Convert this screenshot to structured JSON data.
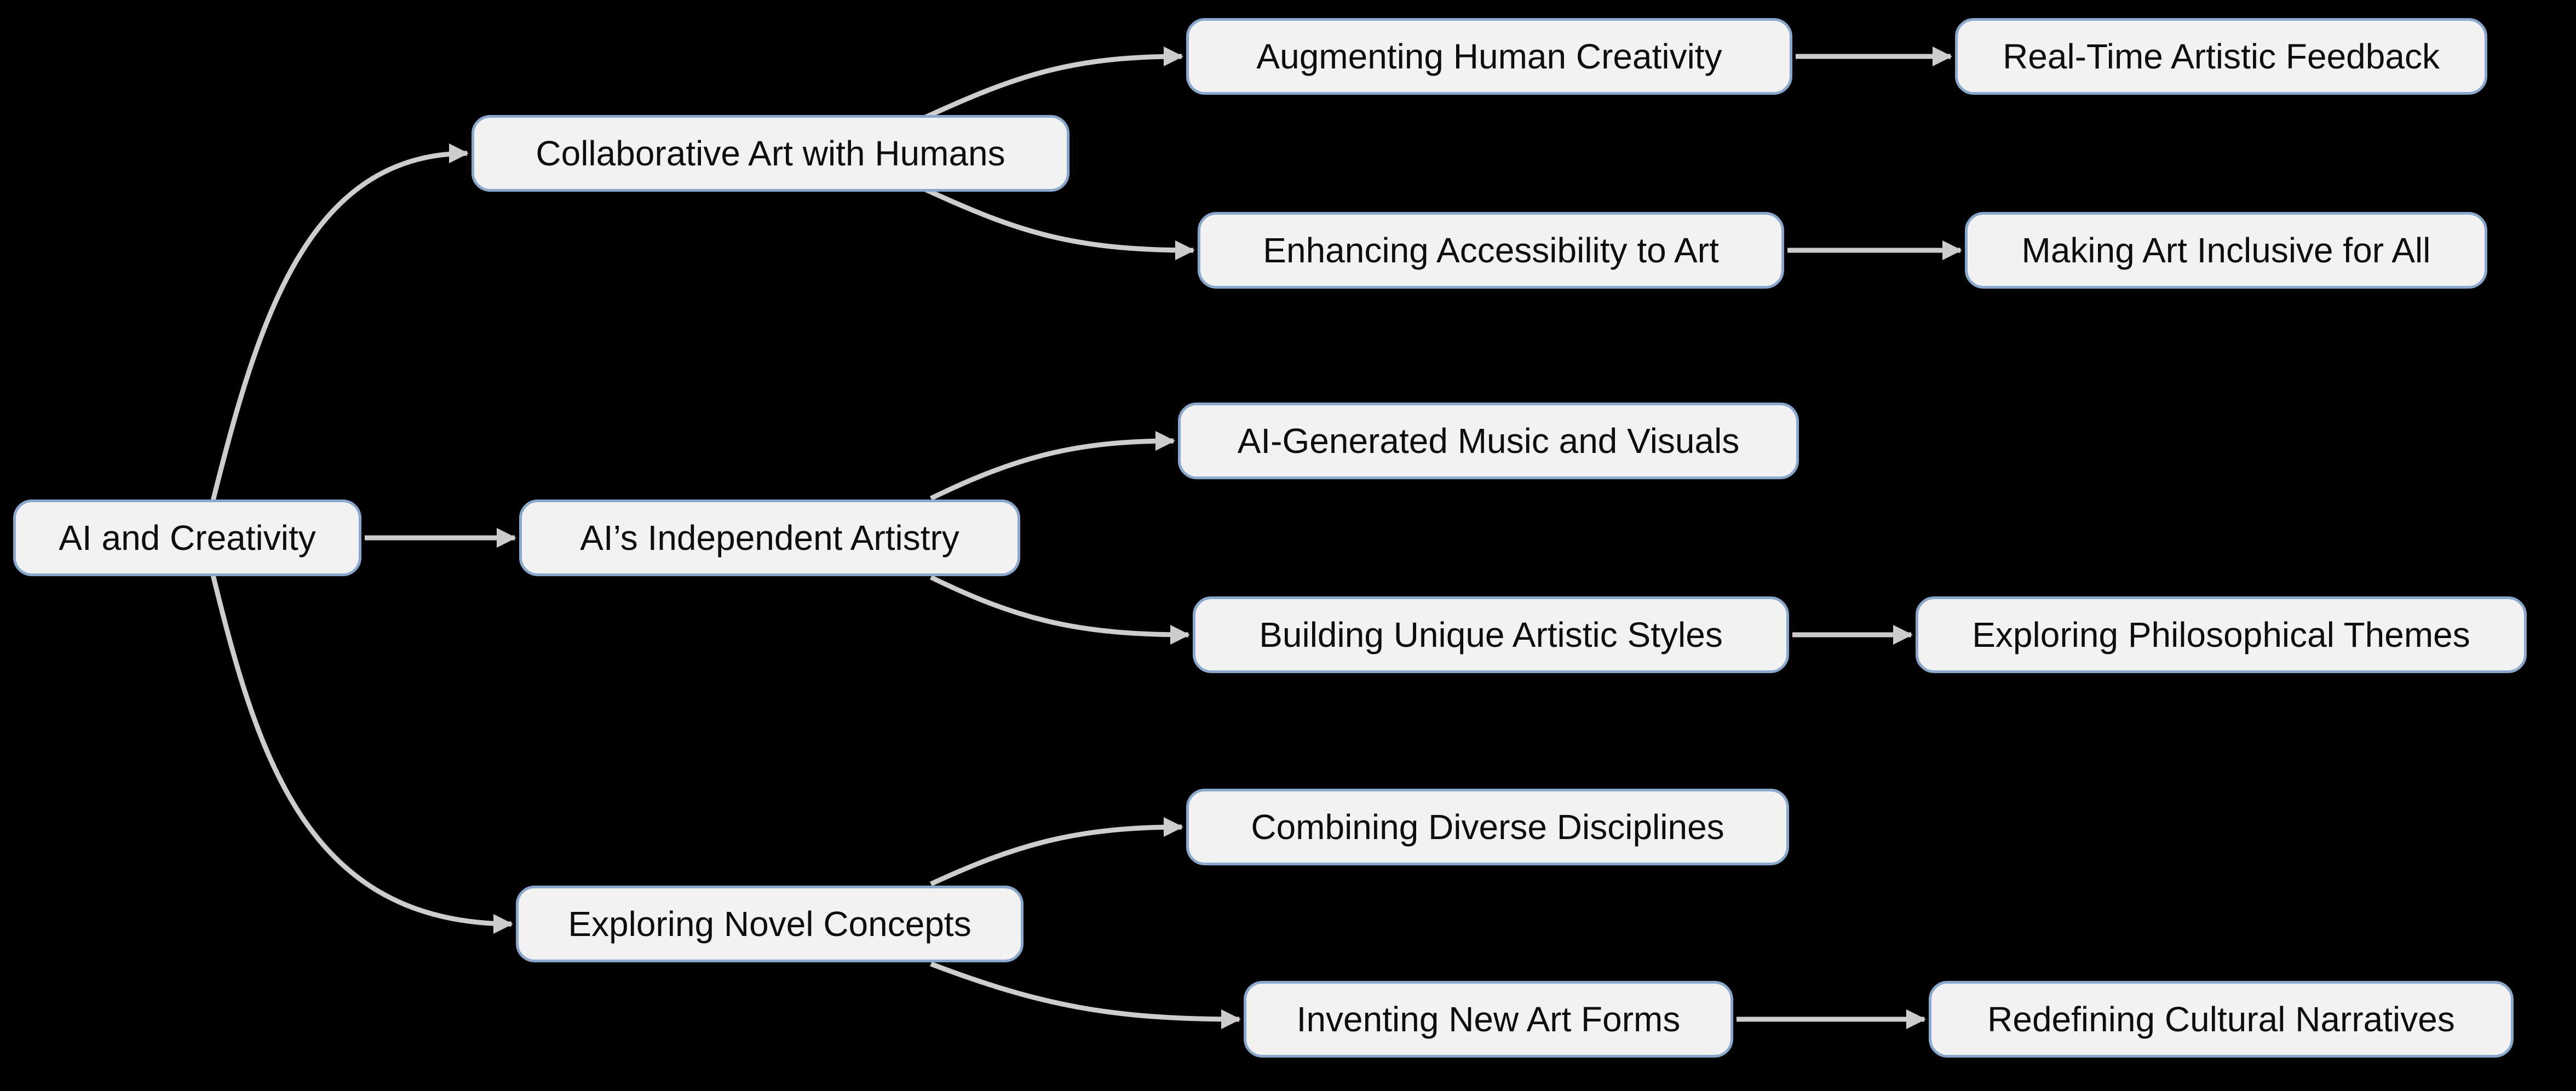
{
  "diagram": {
    "type": "mindmap-flowchart",
    "direction": "left-to-right",
    "colors": {
      "background": "#000000",
      "node_fill": "#f2f2f2",
      "node_border": "#8aa8cc",
      "edge": "#cdcdcd",
      "text": "#0d0d0d"
    },
    "nodes": [
      {
        "id": "root",
        "label": "AI and Creativity"
      },
      {
        "id": "collaborative",
        "label": "Collaborative Art with Humans"
      },
      {
        "id": "independent",
        "label": "AI’s Independent Artistry"
      },
      {
        "id": "novel",
        "label": "Exploring Novel Concepts"
      },
      {
        "id": "augmenting",
        "label": "Augmenting Human Creativity"
      },
      {
        "id": "realtime",
        "label": "Real-Time Artistic Feedback"
      },
      {
        "id": "enhancing",
        "label": "Enhancing Accessibility to Art"
      },
      {
        "id": "inclusive",
        "label": "Making Art Inclusive for All"
      },
      {
        "id": "aigenerated",
        "label": "AI-Generated Music and Visuals"
      },
      {
        "id": "building",
        "label": "Building Unique Artistic Styles"
      },
      {
        "id": "philosophical",
        "label": "Exploring Philosophical Themes"
      },
      {
        "id": "combining",
        "label": "Combining Diverse Disciplines"
      },
      {
        "id": "inventing",
        "label": "Inventing New Art Forms"
      },
      {
        "id": "redefining",
        "label": "Redefining Cultural Narratives"
      }
    ],
    "edges": [
      {
        "from": "root",
        "to": "collaborative"
      },
      {
        "from": "root",
        "to": "independent"
      },
      {
        "from": "root",
        "to": "novel"
      },
      {
        "from": "collaborative",
        "to": "augmenting"
      },
      {
        "from": "collaborative",
        "to": "enhancing"
      },
      {
        "from": "augmenting",
        "to": "realtime"
      },
      {
        "from": "enhancing",
        "to": "inclusive"
      },
      {
        "from": "independent",
        "to": "aigenerated"
      },
      {
        "from": "independent",
        "to": "building"
      },
      {
        "from": "building",
        "to": "philosophical"
      },
      {
        "from": "novel",
        "to": "combining"
      },
      {
        "from": "novel",
        "to": "inventing"
      },
      {
        "from": "inventing",
        "to": "redefining"
      }
    ]
  }
}
